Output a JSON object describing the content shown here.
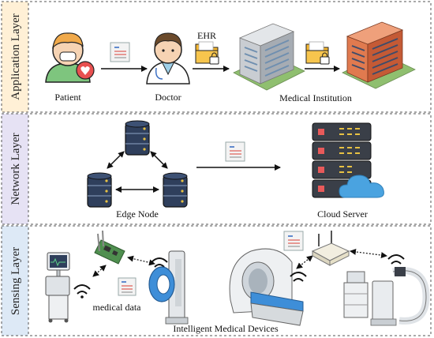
{
  "layers": {
    "application": "Application Layer",
    "network": "Network Layer",
    "sensing": "Sensing Layer"
  },
  "labels": {
    "patient": "Patient",
    "doctor": "Doctor",
    "ehr": "EHR",
    "medical_institution": "Medical Institution",
    "edge_node": "Edge Node",
    "cloud_server": "Cloud Server",
    "medical_data": "medical data",
    "intelligent_devices": "Intelligent Medical Devices"
  },
  "colors": {
    "application_fill": "#fff0d6",
    "network_fill": "#e6e2f4",
    "sensing_fill": "#dde9f6",
    "server_dark": "#3a3f48",
    "server_accent": "#e8c243",
    "server_red": "#e85a5a",
    "cloud": "#4aa3e0",
    "building_grey": "#b9bec4",
    "building_orange": "#d9643f",
    "folder": "#f5b731"
  }
}
